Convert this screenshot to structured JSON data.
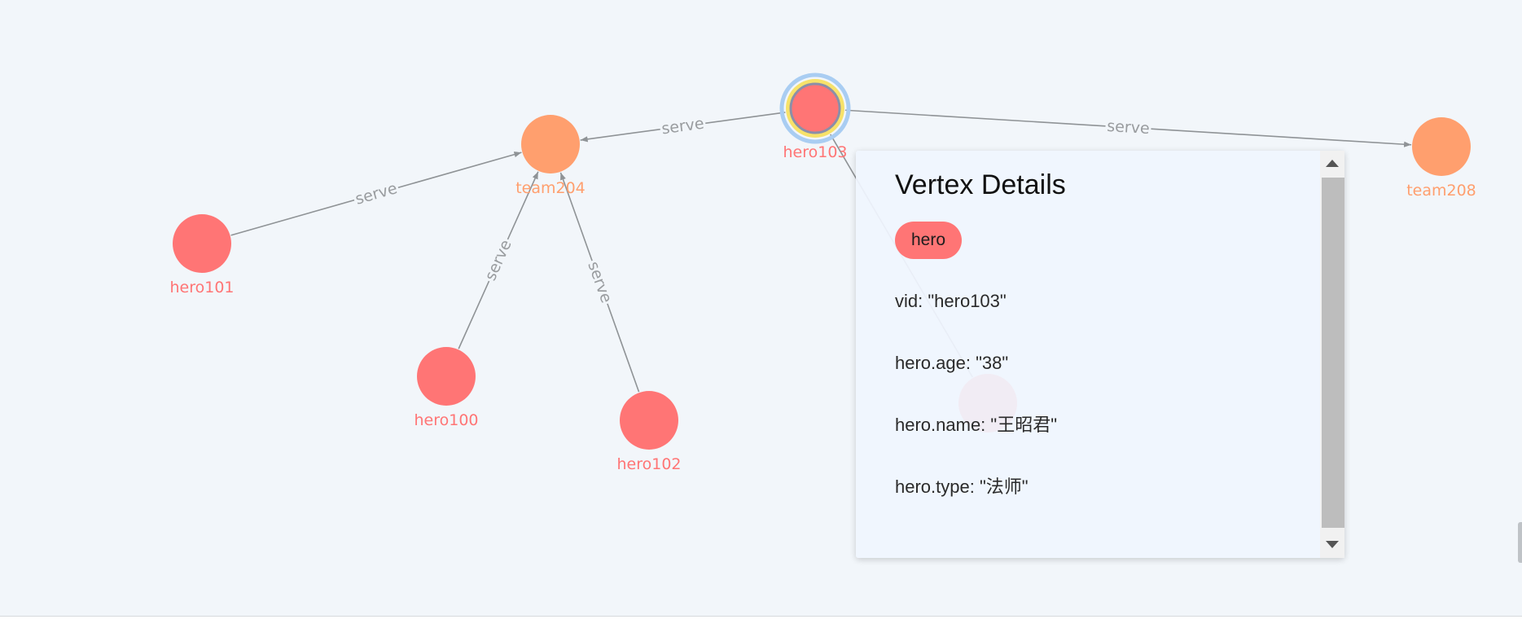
{
  "colors": {
    "hero": "#ff7575",
    "team": "#ff9f6e",
    "edge": "#8f9396",
    "selected_ring": "#f7e26a",
    "selected_glow": "#a9cdf2"
  },
  "graph": {
    "nodes": [
      {
        "id": "team204",
        "label": "team204",
        "tag": "team"
      },
      {
        "id": "team208",
        "label": "team208",
        "tag": "team"
      },
      {
        "id": "hero103",
        "label": "hero103",
        "tag": "hero",
        "selected": true
      },
      {
        "id": "hero101",
        "label": "hero101",
        "tag": "hero"
      },
      {
        "id": "hero100",
        "label": "hero100",
        "tag": "hero"
      },
      {
        "id": "hero102",
        "label": "hero102",
        "tag": "hero"
      },
      {
        "id": "hero_hidden",
        "label": "",
        "tag": "hero"
      }
    ],
    "edges": [
      {
        "from": "hero103",
        "to": "team204",
        "label": "serve"
      },
      {
        "from": "hero103",
        "to": "team208",
        "label": "serve"
      },
      {
        "from": "hero101",
        "to": "team204",
        "label": "serve"
      },
      {
        "from": "hero100",
        "to": "team204",
        "label": "serve"
      },
      {
        "from": "hero102",
        "to": "team204",
        "label": "serve"
      },
      {
        "from": "hero103",
        "to": "hero_hidden",
        "label": ""
      }
    ]
  },
  "panel": {
    "title": "Vertex Details",
    "tag": "hero",
    "properties": [
      "vid: \"hero103\"",
      "hero.age: \"38\"",
      "hero.name: \"王昭君\"",
      "hero.type: \"法师\""
    ]
  }
}
